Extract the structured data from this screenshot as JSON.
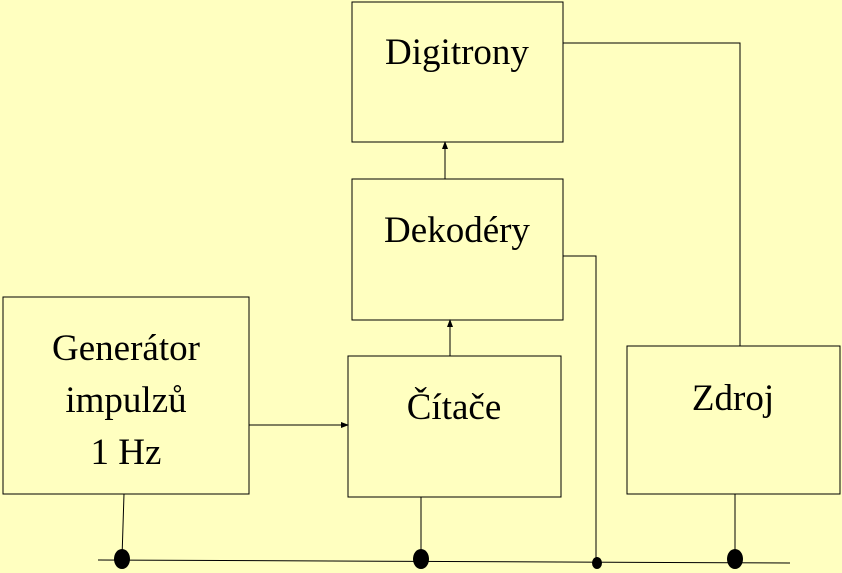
{
  "colors": {
    "background": "#FFFFC0",
    "line": "#000000",
    "text": "#000000"
  },
  "blocks": {
    "digitrony": {
      "label": "Digitrony"
    },
    "dekodery": {
      "label": "Dekodéry"
    },
    "citace": {
      "label": "Čítače"
    },
    "generator": {
      "lines": [
        "Generátor",
        "impulzů",
        "1 Hz"
      ]
    },
    "zdroj": {
      "label": "Zdroj"
    }
  }
}
